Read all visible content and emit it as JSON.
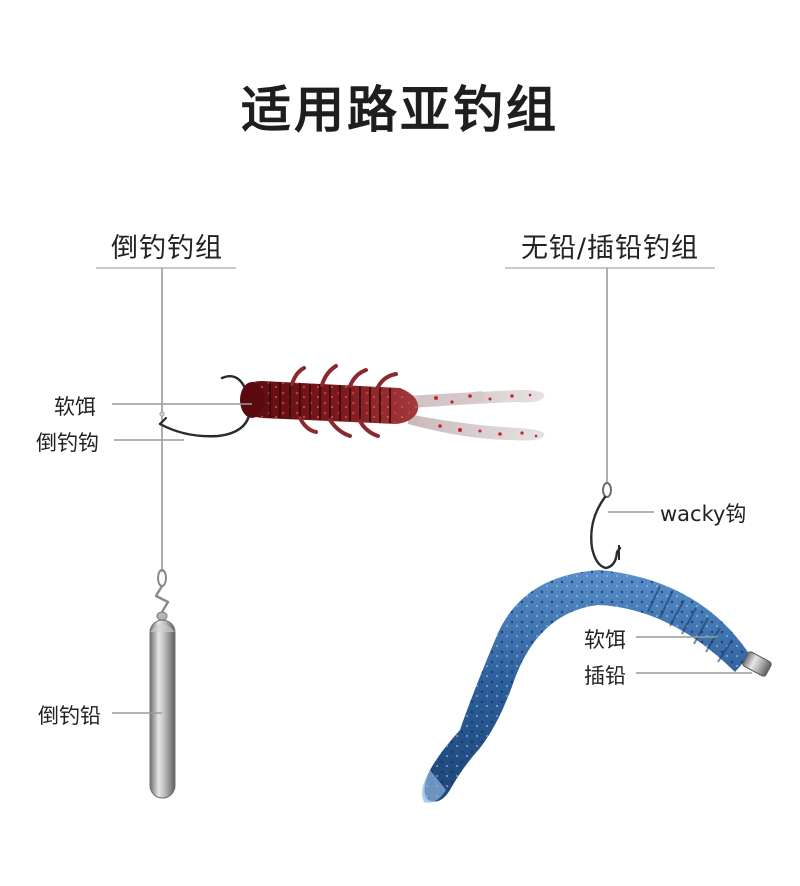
{
  "title": "适用路亚钓组",
  "left_rig": {
    "heading": "倒钓钓组",
    "labels": {
      "soft_bait": "软饵",
      "hook": "倒钓钩",
      "sinker": "倒钓铅"
    }
  },
  "right_rig": {
    "heading": "无铅/插铅钓组",
    "labels": {
      "hook": "wacky钩",
      "soft_bait": "软饵",
      "insert_sinker": "插铅"
    }
  },
  "colors": {
    "leader_line": "#9a9a9a",
    "shrimp_bait": "#6e1216",
    "worm_bait": "#2f5d93",
    "sinker_metal": "#a8a8a8"
  }
}
